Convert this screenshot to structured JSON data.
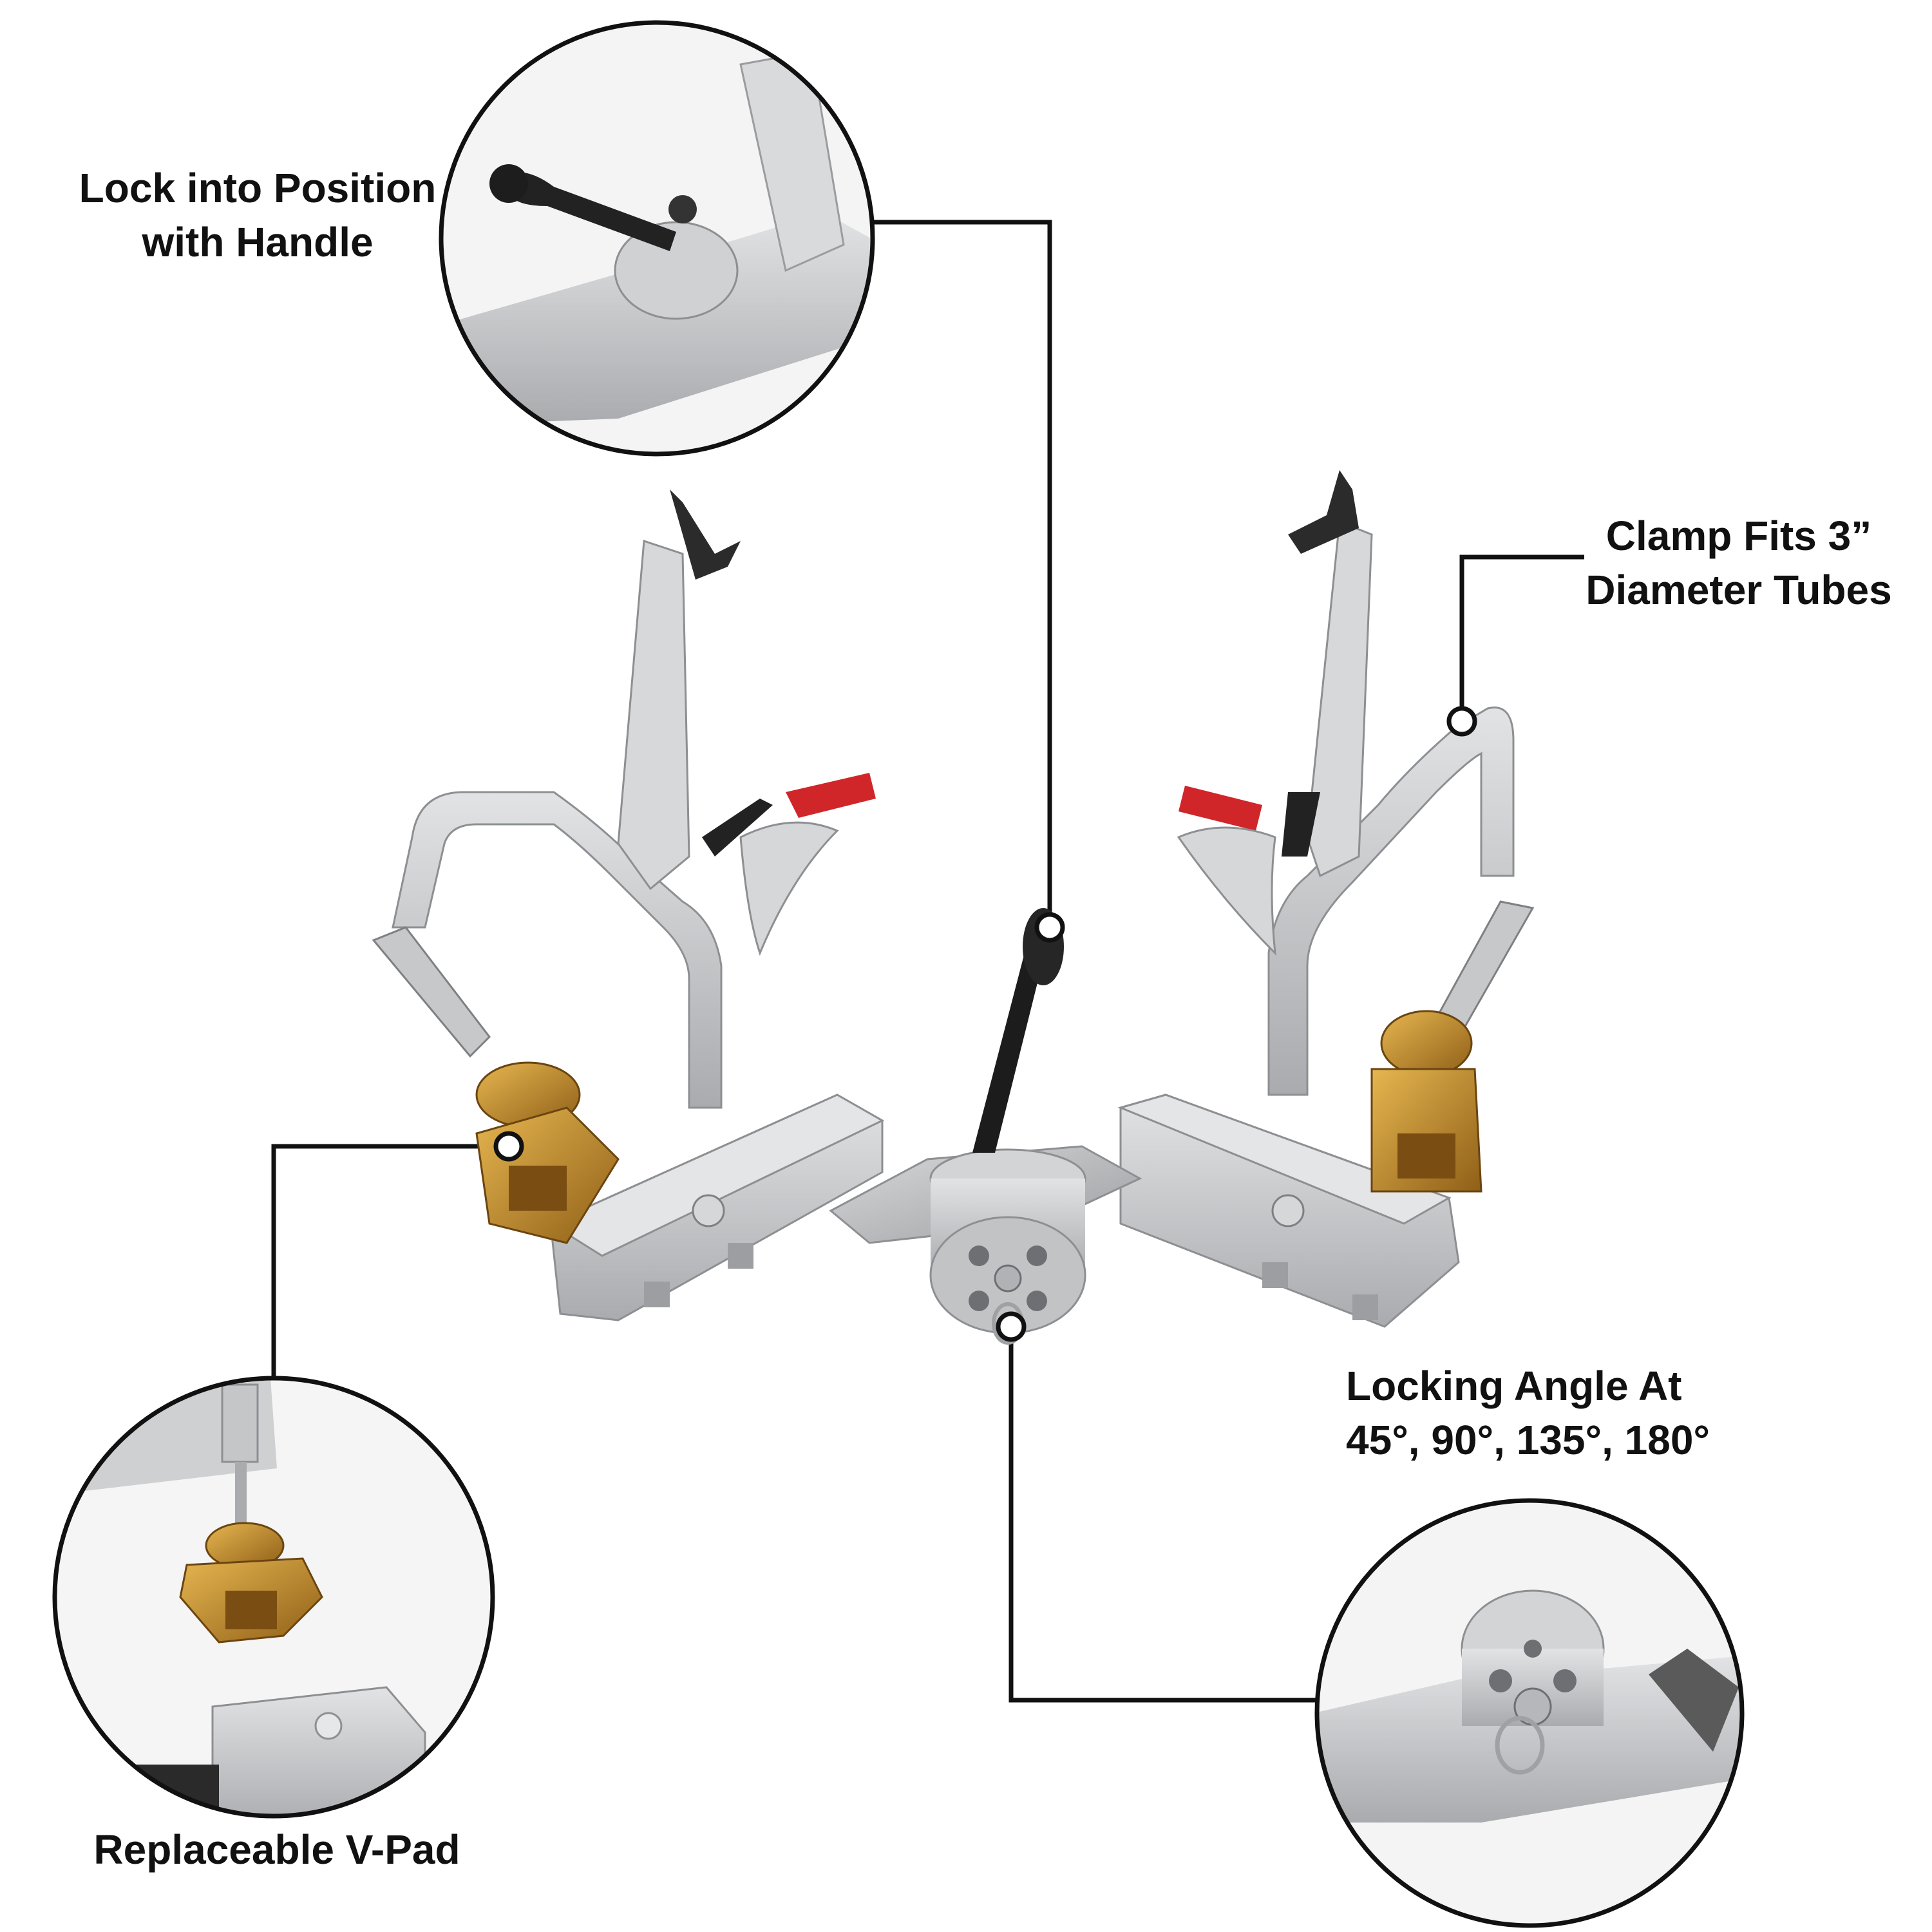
{
  "callouts": {
    "handle": {
      "line1": "Lock into Position",
      "line2": "with Handle"
    },
    "clamp": {
      "line1": "Clamp Fits 3”",
      "line2": "Diameter Tubes"
    },
    "angle": {
      "line1": "Locking Angle At",
      "line2": "45°, 90°, 135°, 180°"
    },
    "vpad": {
      "line1": "Replaceable V-Pad"
    }
  },
  "colors": {
    "line": "#111111",
    "aluminum": "#c9cacc",
    "aluminum_dark": "#9ea0a3",
    "brass": "#c8962e",
    "red_grip": "#d0262a",
    "black_handle": "#1c1c1c"
  }
}
